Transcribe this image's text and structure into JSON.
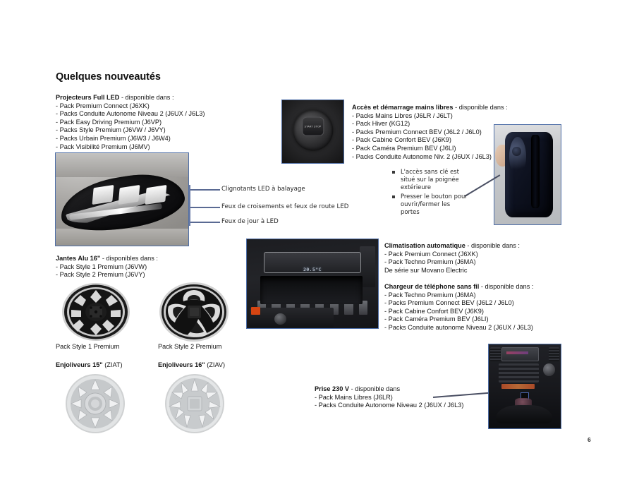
{
  "page": {
    "title": "Quelques nouveautés",
    "page_number": "6"
  },
  "sections": {
    "projecteurs": {
      "heading": "Projecteurs Full LED",
      "subheading": "- disponible dans :",
      "items": [
        "- Pack Premium Connect (J6XK)",
        "- Packs Conduite Autonome Niveau 2 (J6UX / J6L3)",
        "- Pack Easy Driving Premium (J6VP)",
        "- Packs Style Premium (J6VW / J6VY)",
        "- Packs Urbain Premium (J6W3 / J6W4)",
        "- Pack Visibilité Premium (J6MV)"
      ]
    },
    "acces": {
      "heading": "Accès et démarrage mains libres",
      "subheading": "- disponible dans :",
      "items": [
        "- Packs Mains Libres (J6LR / J6LT)",
        "- Pack Hiver (KG12)",
        "- Packs Premium Connect BEV (J6L2 / J6L0)",
        "- Pack Cabine Confort BEV (J6K9)",
        "- Pack Caméra Premium BEV (J6LI)",
        "- Packs Conduite Autonome Niv. 2 (J6UX / J6L3)"
      ],
      "bullets": [
        "L'accès sans clé est\nsitué sur la poignée\nextérieure",
        "Presser le bouton pour\nouvrir/fermer les\nportes"
      ]
    },
    "climatisation": {
      "heading": "Climatisation automatique",
      "subheading": "- disponible dans :",
      "items": [
        "- Pack Premium Connect (J6XK)",
        "- Pack Techno Premium (J6MA)",
        "De série sur Movano Electric"
      ]
    },
    "chargeur": {
      "heading": "Chargeur de téléphone sans fil",
      "subheading": "- disponible dans :",
      "items": [
        "- Pack Techno Premium (J6MA)",
        "- Packs Premium Connect BEV (J6L2 / J6L0)",
        "- Pack Cabine Confort BEV (J6K9)",
        "- Pack Caméra Premium BEV (J6LI)",
        "- Packs Conduite autonome Niveau 2 (J6UX / J6L3)"
      ]
    },
    "jantes": {
      "heading": "Jantes Alu 16\"",
      "subheading": "- disponibles dans :",
      "items": [
        "- Pack Style 1 Premium (J6VW)",
        "- Pack Style 2 Premium (J6VY)"
      ]
    },
    "prise": {
      "heading": "Prise 230 V",
      "subheading": "- disponible dans",
      "items": [
        "- Pack Mains Libres (J6LR)",
        "- Packs Conduite Autonome Niveau 2 (J6UX / J6L3)"
      ]
    }
  },
  "headlight_callouts": [
    "Clignotants LED à balayage",
    "Feux de croisements et feux de route LED",
    "Feux de jour à LED"
  ],
  "wheel_captions": {
    "style1": "Pack Style 1 Premium",
    "style2": "Pack Style 2 Premium",
    "enjoliveur15_bold": "Enjoliveurs 15\"",
    "enjoliveur15_code": "(ZIAT)",
    "enjoliveur16_bold": "Enjoliveurs 16\"",
    "enjoliveur16_code": "(ZIAV)"
  },
  "photos": {
    "headlight_alt": "headlight-photo",
    "start_button_alt": "start-stop-button-photo",
    "start_button_text": "START\nSTOP",
    "door_handle_alt": "door-handle-photo",
    "climate_alt": "climate-control-photo",
    "climate_display": "20.5°C",
    "socket_alt": "console-socket-photo"
  },
  "colors": {
    "frame_blue": "#4f6fa8",
    "leader_blue": "#5a6a93",
    "text": "#151515"
  }
}
